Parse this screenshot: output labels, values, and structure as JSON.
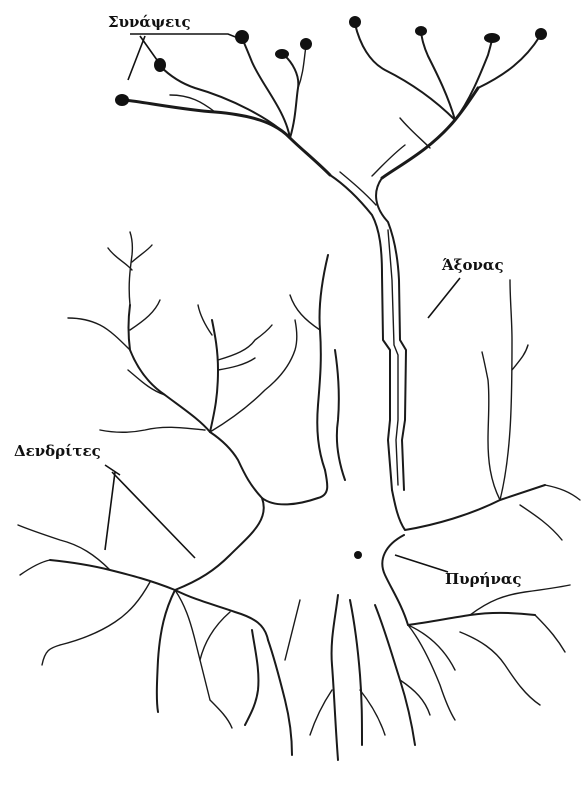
{
  "diagram": {
    "labels": {
      "synapses": "Συνάψεις",
      "axon": "Άξονας",
      "dendrites": "Δενδρίτες",
      "nucleus": "Πυρήνας"
    }
  }
}
